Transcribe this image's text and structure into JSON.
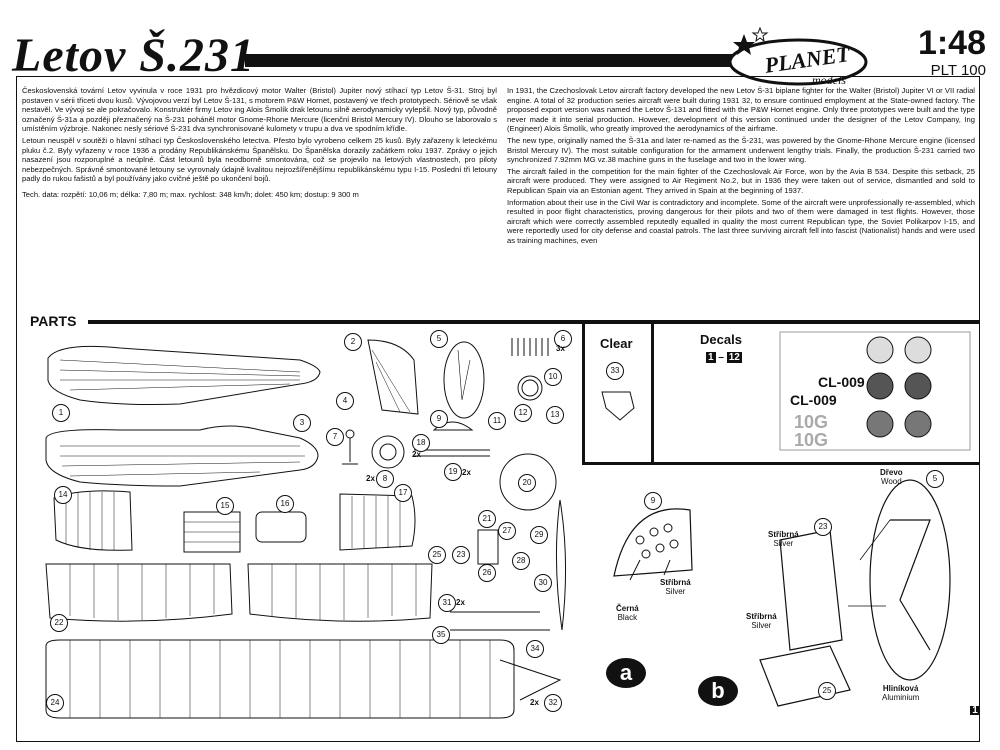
{
  "header": {
    "title": "Letov Š.231",
    "scale": "1:48",
    "product_code": "PLT 100",
    "logo_top": "PLANET",
    "logo_bottom": "models"
  },
  "czech_text": [
    "Československá tovární Letov vyvinula v roce 1931 pro hvězdicový motor Walter (Bristol) Jupiter nový stíhací typ Letov Š-31. Stroj byl postaven v sérii třiceti dvou kusů. Vývojovou verzí byl Letov Š-131, s motorem P&W Hornet, postavený ve třech prototypech. Sériově se však nestavěl. Ve vývoji se ale pokračovalo. Konstruktér firmy Letov ing Alois Šmolík drak letounu silně aerodynamicky vylepšil. Nový typ, původně označený Š-31a a později přeznačený na Š-231 poháněl motor Gnome-Rhone Mercure (licenční Bristol Mercury IV). Dlouho se laborovalo s umístěním výzbroje. Nakonec nesly sériové Š-231 dva synchronisované kulomety v trupu a dva ve spodním křídle.",
    "Letoun neuspěl v soutěži o hlavní stíhací typ Československého letectva. Přesto bylo vyrobeno celkem 25 kusů. Byly zařazeny k leteckému pluku č.2. Byly vyřazeny v roce 1936 a prodány Republikánskému Španělsku. Do Španělska dorazily začátkem roku 1937. Zprávy o jejich nasazení jsou rozporuplné a neúplné. Část letounů byla neodborně smontována, což se projevilo na letových vlastnostech, pro piloty nebezpečných. Správně smontované letouny se vyrovnaly údajně kvalitou nejrozšířenějšímu republikánskému typu I-15. Poslední tři letouny padly do rukou fašistů a byl používány jako cvičné ještě po ukončení bojů.",
    "Tech. data: rozpětí: 10,06 m; délka: 7,80 m; max. rychlost: 348 km/h; dolet: 450 km; dostup: 9 300 m"
  ],
  "english_text": [
    "In 1931, the Czechoslovak Letov aircraft factory developed the new Letov Š-31 biplane fighter for the Walter (Bristol) Jupiter VI or VII radial engine. A total of 32 production series aircraft were built during 1931 32, to ensure continued employment at the State-owned factory. The proposed export version was named the Letov Š-131 and fitted with the P&W Hornet engine. Only three prototypes were built and the type never made it into serial production. However, development of this version continued under the designer of the Letov Company, Ing (Engineer) Alois Šmolík, who greatly improved the aerodynamics of the airframe.",
    "The new type, originally named the Š-31a and later re-named as the Š-231, was powered by the Gnome-Rhone Mercure engine (licensed Bristol Mercury IV). The most suitable configuration for the armament underwent lengthy trials. Finally, the production Š-231 carried two synchronized 7.92mm MG vz.38 machine guns in the fuselage and two in the lower wing.",
    "The aircraft failed in the competition for the main fighter of the Czechoslovak Air Force, won by the Avia B 534. Despite this setback, 25 aircraft were produced. They were assigned to Air Regiment No.2, but in 1936 they were taken out of service, dismantled and sold to Republican Spain via an Estonian agent. They arrived in Spain at the beginning of 1937.",
    "Information about their use in the Civil War is contradictory and incomplete. Some of the aircraft were unprofessionally re-assembled, which resulted in poor flight characteristics, proving dangerous for their pilots and two of them were damaged in test flights. However, those aircraft which were correctly assembled reputedly equalled in quality the most current Republican type, the Soviet Polikarpov I-15, and were reportedly used for city defense and coastal patrols. The last three surviving aircraft fell into fascist (Nationalist) hands and were used as training machines, even"
  ],
  "parts": {
    "title": "PARTS",
    "numbers": [
      "1",
      "2",
      "3",
      "4",
      "5",
      "6",
      "7",
      "8",
      "9",
      "10",
      "11",
      "12",
      "13",
      "14",
      "15",
      "16",
      "17",
      "18",
      "19",
      "20",
      "21",
      "22",
      "23",
      "24",
      "25",
      "26",
      "27",
      "28",
      "29",
      "30",
      "31",
      "32",
      "33",
      "34",
      "35"
    ],
    "qty_3x": "3x",
    "qty_2x_a": "2x",
    "qty_2x_b": "2x",
    "qty_2x_c": "2x",
    "qty_2x_d": "2x",
    "qty_2x_e": "2x"
  },
  "clear": {
    "label": "Clear",
    "part": "33"
  },
  "decals": {
    "label": "Decals",
    "range_from": "1",
    "range_dash": "–",
    "range_to": "12",
    "codes": [
      "CL-009",
      "CL-009",
      "10G",
      "10G"
    ]
  },
  "assembly": {
    "step_a": "a",
    "step_b": "b",
    "part_9": "9",
    "part_23": "23",
    "part_25": "25",
    "part_5": "5",
    "cerna": "Černá",
    "black": "Black",
    "stribrna1": "Stříbrná",
    "silver1": "Silver",
    "stribrna2": "Stříbrná",
    "silver2": "Silver",
    "stribrna3": "Stříbrná",
    "silver3": "Silver",
    "drevo": "Dřevo",
    "wood": "Wood",
    "hlinikova": "Hliníková",
    "aluminium": "Aluminium"
  },
  "page_number": "1"
}
